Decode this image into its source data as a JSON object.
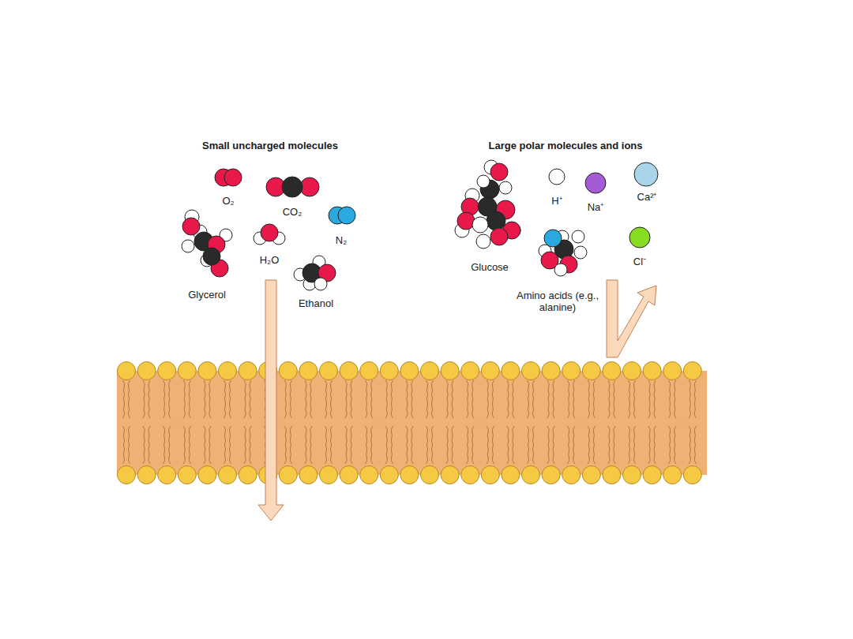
{
  "diagram": {
    "labels": [
      "Small uncharged molecules",
      "O₂",
      "CO₂",
      "N₂",
      "Glycerol",
      "H₂O",
      "Ethanol",
      "Large polar molecules and ions",
      "Glucose",
      "H⁺",
      "Na⁺",
      "Ca²⁺",
      "Amino acids (e.g., alanine)",
      "Cl⁻"
    ]
  }
}
